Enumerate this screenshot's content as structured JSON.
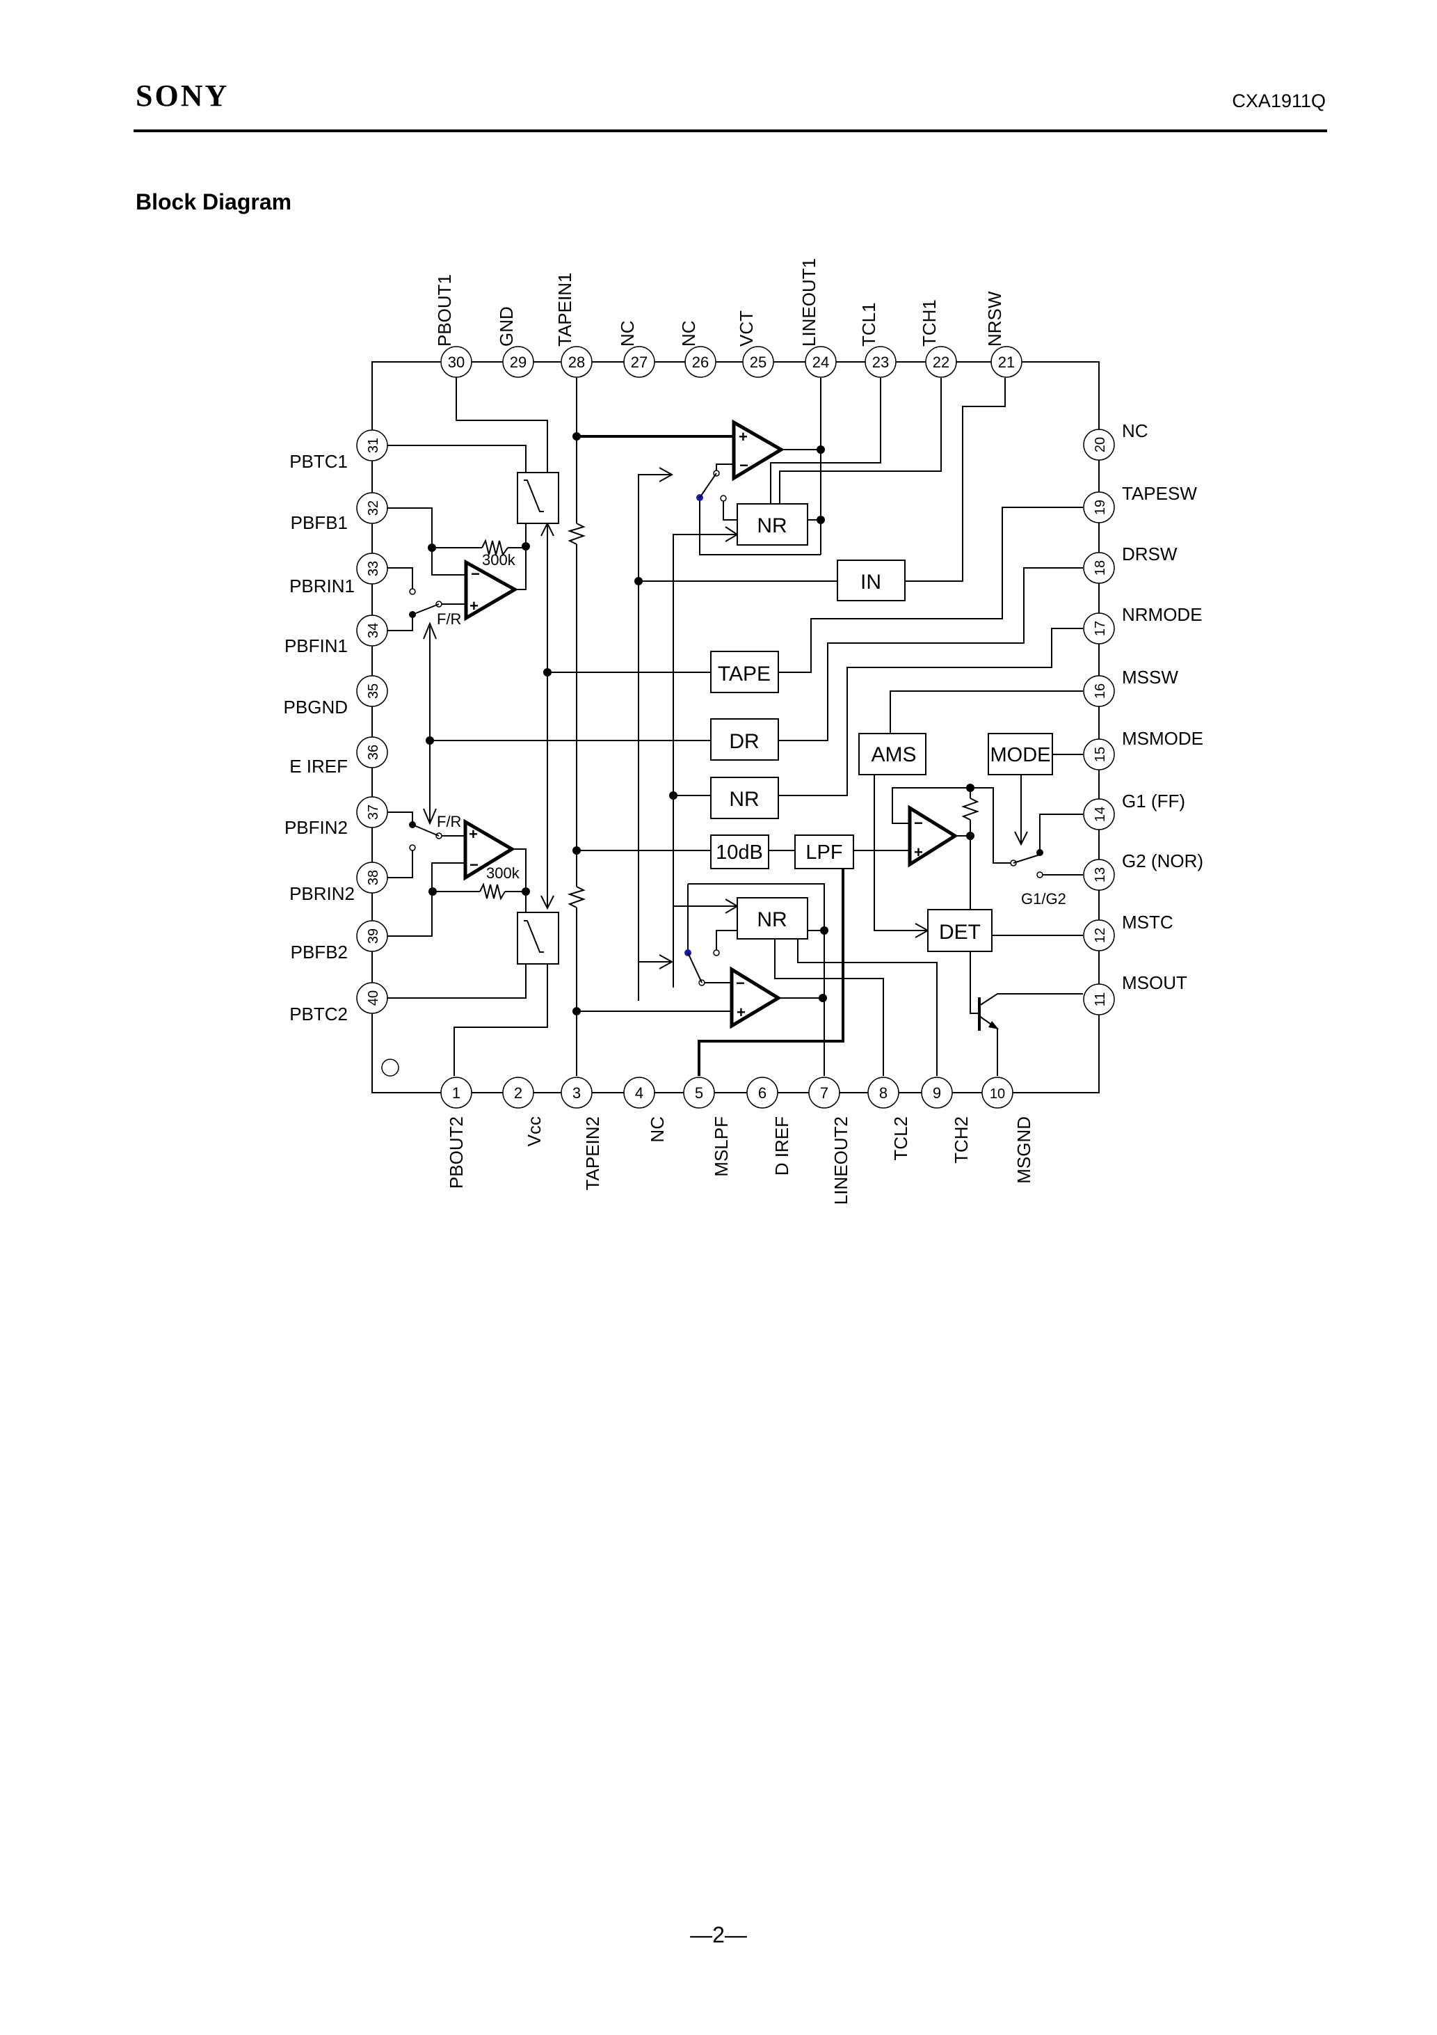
{
  "header": {
    "brand": "SONY",
    "part_number": "CXA1911Q"
  },
  "section_title": "Block Diagram",
  "footer": {
    "page_number": "—2—"
  },
  "colors": {
    "ink": "#000000",
    "switch_pivot": "#1a1aa6",
    "background": "#ffffff"
  },
  "pins": {
    "top": [
      {
        "num": "30",
        "name": "PBOUT1"
      },
      {
        "num": "29",
        "name": "GND"
      },
      {
        "num": "28",
        "name": "TAPEIN1"
      },
      {
        "num": "27",
        "name": "NC"
      },
      {
        "num": "26",
        "name": "NC"
      },
      {
        "num": "25",
        "name": "VCT"
      },
      {
        "num": "24",
        "name": "LINEOUT1"
      },
      {
        "num": "23",
        "name": "TCL1"
      },
      {
        "num": "22",
        "name": "TCH1"
      },
      {
        "num": "21",
        "name": "NRSW"
      }
    ],
    "right": [
      {
        "num": "20",
        "name": "NC"
      },
      {
        "num": "19",
        "name": "TAPESW"
      },
      {
        "num": "18",
        "name": "DRSW"
      },
      {
        "num": "17",
        "name": "NRMODE"
      },
      {
        "num": "16",
        "name": "MSSW"
      },
      {
        "num": "15",
        "name": "MSMODE"
      },
      {
        "num": "14",
        "name": "G1 (FF)"
      },
      {
        "num": "13",
        "name": "G2 (NOR)"
      },
      {
        "num": "12",
        "name": "MSTC"
      },
      {
        "num": "11",
        "name": "MSOUT"
      }
    ],
    "bottom": [
      {
        "num": "1",
        "name": "PBOUT2"
      },
      {
        "num": "2",
        "name": "Vcc"
      },
      {
        "num": "3",
        "name": "TAPEIN2"
      },
      {
        "num": "4",
        "name": "NC"
      },
      {
        "num": "5",
        "name": "MSLPF"
      },
      {
        "num": "6",
        "name": "D IREF"
      },
      {
        "num": "7",
        "name": "LINEOUT2"
      },
      {
        "num": "8",
        "name": "TCL2"
      },
      {
        "num": "9",
        "name": "TCH2"
      },
      {
        "num": "10",
        "name": "MSGND"
      }
    ],
    "left": [
      {
        "num": "31",
        "name": "PBTC1"
      },
      {
        "num": "32",
        "name": "PBFB1"
      },
      {
        "num": "33",
        "name": "PBRIN1"
      },
      {
        "num": "34",
        "name": "PBFIN1"
      },
      {
        "num": "35",
        "name": "PBGND"
      },
      {
        "num": "36",
        "name": "E IREF"
      },
      {
        "num": "37",
        "name": "PBFIN2"
      },
      {
        "num": "38",
        "name": "PBRIN2"
      },
      {
        "num": "39",
        "name": "PBFB2"
      },
      {
        "num": "40",
        "name": "PBTC2"
      }
    ]
  },
  "blocks": {
    "nr_top": "NR",
    "in": "IN",
    "tape": "TAPE",
    "dr": "DR",
    "nr_mid": "NR",
    "gain_10db": "10dB",
    "lpf": "LPF",
    "nr_bottom": "NR",
    "ams": "AMS",
    "mode": "MODE",
    "det": "DET"
  },
  "annotations": {
    "resistor_top": "300k",
    "resistor_bottom": "300k",
    "switch_fr_top": "F/R",
    "switch_fr_bottom": "F/R",
    "switch_g1g2": "G1/G2"
  }
}
